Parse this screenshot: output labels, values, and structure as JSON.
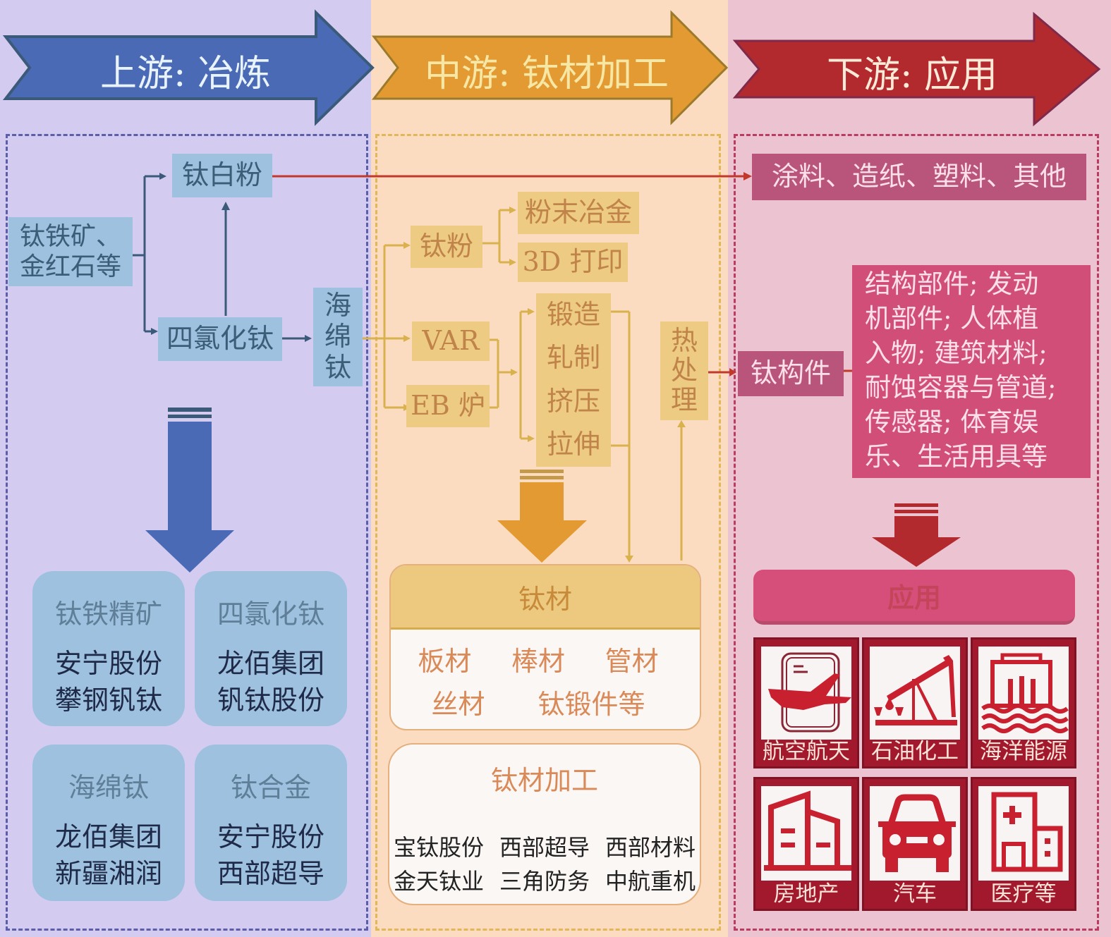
{
  "stages": [
    {
      "id": "upstream",
      "title": "上游: 冶炼",
      "color": "#4a6ab6"
    },
    {
      "id": "midstream",
      "title": "中游: 钛材加工",
      "color": "#e39a32"
    },
    {
      "id": "downstream",
      "title": "下游: 应用",
      "color": "#b32a2e"
    }
  ],
  "upstream": {
    "raw": "钛铁矿、金红石等",
    "raw_line1": "钛铁矿、",
    "raw_line2": "金红石等",
    "tio2": "钛白粉",
    "ticl4": "四氯化钛",
    "sponge": [
      "海",
      "绵",
      "钛"
    ],
    "cards": [
      {
        "title": "钛铁精矿",
        "companies": [
          "安宁股份",
          "攀钢钒钛"
        ]
      },
      {
        "title": "四氯化钛",
        "companies": [
          "龙佰集团",
          "钒钛股份"
        ]
      },
      {
        "title": "海绵钛",
        "companies": [
          "龙佰集团",
          "新疆湘润"
        ]
      },
      {
        "title": "钛合金",
        "companies": [
          "安宁股份",
          "西部超导"
        ]
      }
    ]
  },
  "midstream": {
    "ti_powder": "钛粉",
    "powder_metallurgy": "粉末冶金",
    "print3d": "3D 打印",
    "var": "VAR",
    "eb": "EB 炉",
    "processes": [
      "锻造",
      "轧制",
      "挤压",
      "拉伸"
    ],
    "heat_treatment": [
      "热",
      "处",
      "理"
    ],
    "materials_card": {
      "title": "钛材",
      "row1": [
        "板材",
        "棒材",
        "管材"
      ],
      "row2": [
        "丝材",
        "钛锻件等"
      ]
    },
    "processing_card": {
      "title": "钛材加工",
      "row1": [
        "宝钛股份",
        "西部超导",
        "西部材料"
      ],
      "row2": [
        "金天钛业",
        "三角防务",
        "中航重机"
      ]
    }
  },
  "downstream": {
    "coatings": "涂料、造纸、塑料、其他",
    "components": "钛构件",
    "component_uses": [
      "结构部件; 发动",
      "机部件; 人体植",
      "入物; 建筑材料;",
      "耐蚀容器与管道;",
      "传感器; 体育娱",
      "乐、生活用具等"
    ],
    "apps_title": "应用",
    "apps": [
      {
        "label": "航空航天",
        "icon": "airplane-icon"
      },
      {
        "label": "石油化工",
        "icon": "oil-pump-icon"
      },
      {
        "label": "海洋能源",
        "icon": "ocean-building-icon"
      },
      {
        "label": "房地产",
        "icon": "building-icon"
      },
      {
        "label": "汽车",
        "icon": "car-icon"
      },
      {
        "label": "医疗等",
        "icon": "hospital-icon"
      }
    ]
  }
}
